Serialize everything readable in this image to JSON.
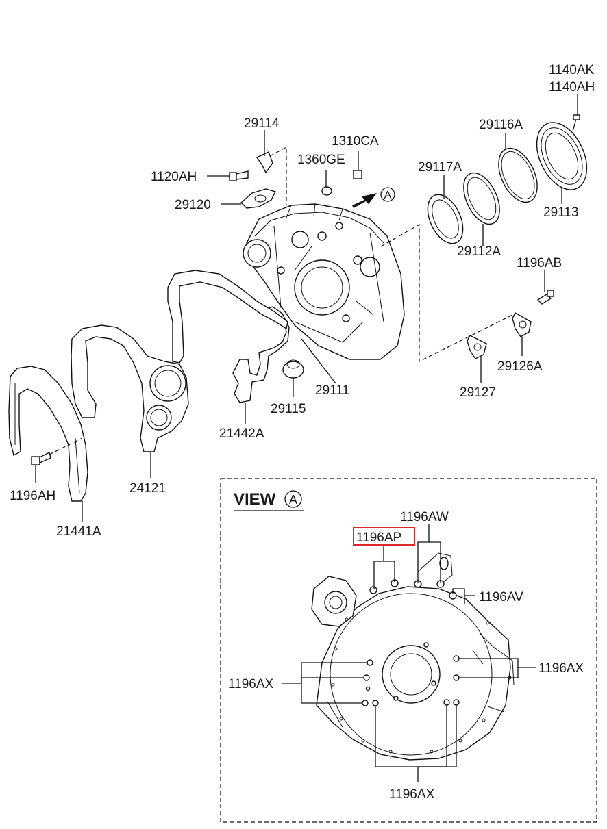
{
  "labels": {
    "p1140AK": "1140AK",
    "p1140AH": "1140AH",
    "p29114": "29114",
    "p1310CA": "1310CA",
    "p1360GE": "1360GE",
    "p1120AH": "1120AH",
    "p29116A": "29116A",
    "p29117A": "29117A",
    "p29120": "29120",
    "p29113": "29113",
    "p29112A": "29112A",
    "p1196AB": "1196AB",
    "p29126A": "29126A",
    "p29111": "29111",
    "p29115": "29115",
    "p29127": "29127",
    "p21442A": "21442A",
    "p24121": "24121",
    "p1196AH": "1196AH",
    "p21441A": "21441A"
  },
  "view": {
    "title": "VIEW",
    "marker": "A",
    "labels": {
      "p1196AW": "1196AW",
      "p1196AP": "1196AP",
      "p1196AV": "1196AV",
      "p1196AX_right": "1196AX",
      "p1196AX_left": "1196AX",
      "p1196AX_bottom": "1196AX"
    },
    "highlighted": "1196AP",
    "highlight_color": "#e0262a"
  },
  "arrow_marker": "A"
}
